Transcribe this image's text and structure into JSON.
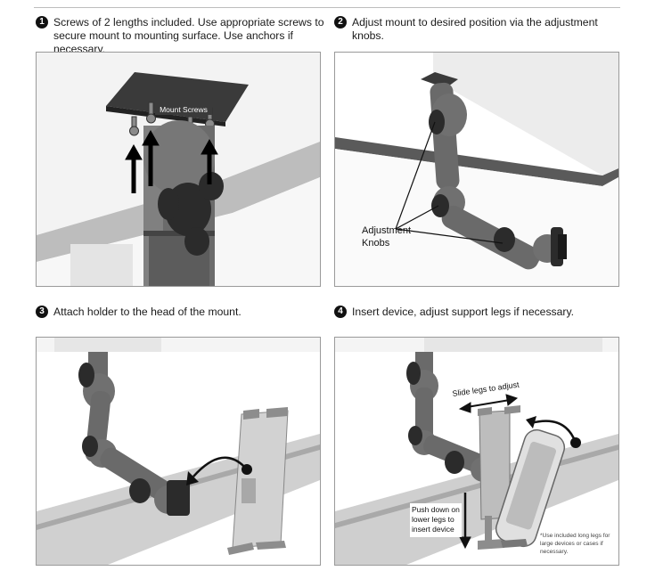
{
  "steps": [
    {
      "number": "1",
      "text": "Screws of 2 lengths included. Use appropriate screws to secure mount to mounting surface. Use anchors if necessary."
    },
    {
      "number": "2",
      "text": "Adjust mount to desired position via the adjustment knobs."
    },
    {
      "number": "3",
      "text": "Attach holder to the head of the mount."
    },
    {
      "number": "4",
      "text": "Insert device, adjust support legs if necessary."
    }
  ],
  "panel1": {
    "callout": "Mount Screws"
  },
  "panel2": {
    "callout_line1": "Adjustment",
    "callout_line2": "Knobs"
  },
  "panel4": {
    "slide_label": "Slide legs to adjust",
    "push_line1": "Push down on",
    "push_line2": "lower legs to",
    "push_line3": "insert device",
    "note_line1": "*Use included long legs for",
    "note_line2": "large devices or cases if",
    "note_line3": "necessary."
  },
  "colors": {
    "mount": "#6b6b6b",
    "mount_dark": "#3f3f3f",
    "knob": "#2b2b2b",
    "surface": "#d9d9d9",
    "shadow": "#9d9d9d"
  }
}
